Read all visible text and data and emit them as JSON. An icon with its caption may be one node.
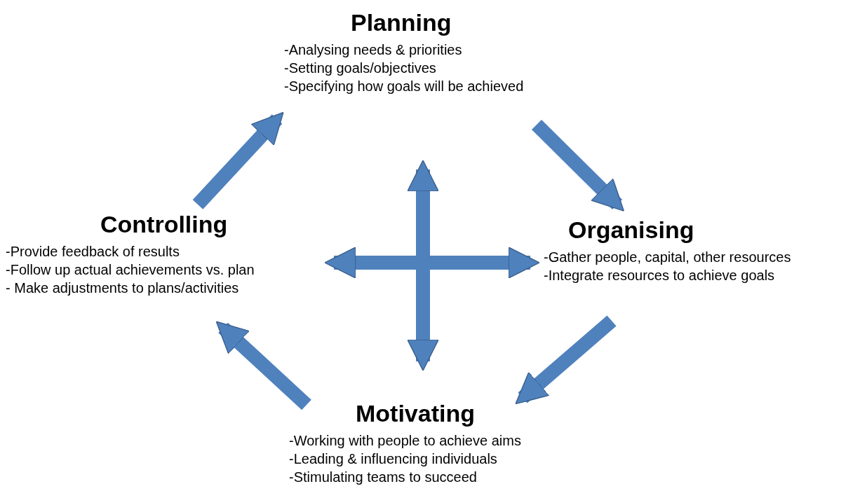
{
  "diagram": {
    "nodes": [
      {
        "text": [
          "Planning",
          "-Analysing needs & priorities",
          "-Setting goals/objectives",
          "-Specifying how goals will be achieved"
        ]
      },
      {
        "text": [
          "Organising",
          "-Gather people, capital, other resources",
          "-Integrate resources to achieve goals"
        ]
      },
      {
        "text": [
          "Motivating",
          "-Working with people to achieve aims",
          "-Leading & influencing individuals",
          "-Stimulating teams to succeed"
        ]
      },
      {
        "text": [
          "Controlling",
          "-Provide feedback of results",
          "-Follow up actual achievements vs. plan",
          "- Make adjustments to plans/activities"
        ]
      }
    ],
    "edges": [
      {
        "from": 3,
        "to": 0,
        "arrow": "to"
      },
      {
        "from": 0,
        "to": 1,
        "arrow": "to"
      },
      {
        "from": 1,
        "to": 2,
        "arrow": "to"
      },
      {
        "from": 2,
        "to": 3,
        "arrow": "to"
      },
      {
        "from": 0,
        "to": 2,
        "arrow": "both"
      },
      {
        "from": 3,
        "to": 1,
        "arrow": "both"
      }
    ]
  }
}
